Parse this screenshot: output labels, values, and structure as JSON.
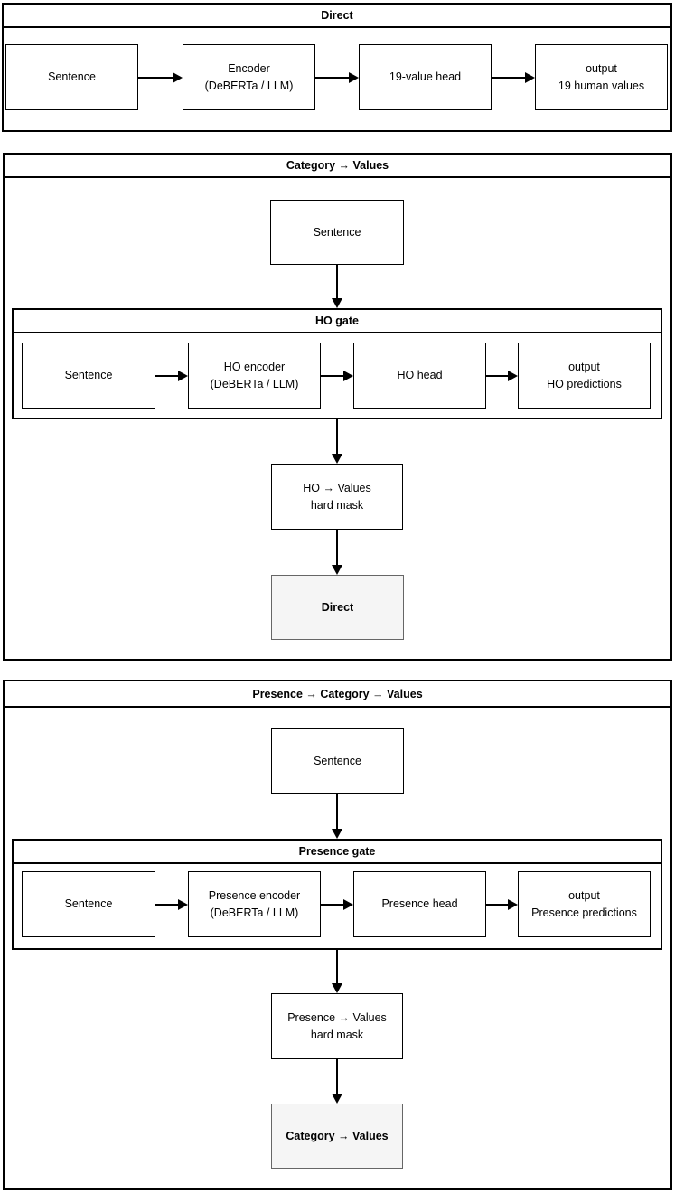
{
  "colors": {
    "line": "#000000",
    "box_border": "#000000",
    "box_fill": "#ffffff",
    "panel_fill": "#ffffff",
    "shaded_fill": "#f5f5f5",
    "shaded_border": "#666666",
    "text": "#000000",
    "background": "#ffffff"
  },
  "panels": {
    "direct": {
      "title": "Direct",
      "boxes": {
        "sentence": "Sentence",
        "encoder": "Encoder\n(DeBERTa / LLM)",
        "head": "19-value head",
        "output": "output\n19 human values"
      }
    },
    "category_values": {
      "title": "Category → Values",
      "input": "Sentence",
      "gate": {
        "title": "HO gate",
        "boxes": {
          "sentence": "Sentence",
          "encoder": "HO encoder\n(DeBERTa / LLM)",
          "head": "HO head",
          "output": "output\nHO predictions"
        }
      },
      "mask": "HO → Values\nhard mask",
      "final": "Direct"
    },
    "presence_category_values": {
      "title": "Presence → Category → Values",
      "input": "Sentence",
      "gate": {
        "title": "Presence gate",
        "boxes": {
          "sentence": "Sentence",
          "encoder": "Presence encoder\n(DeBERTa / LLM)",
          "head": "Presence head",
          "output": "output\nPresence predictions"
        }
      },
      "mask": "Presence → Values\nhard mask",
      "final": "Category → Values"
    }
  }
}
